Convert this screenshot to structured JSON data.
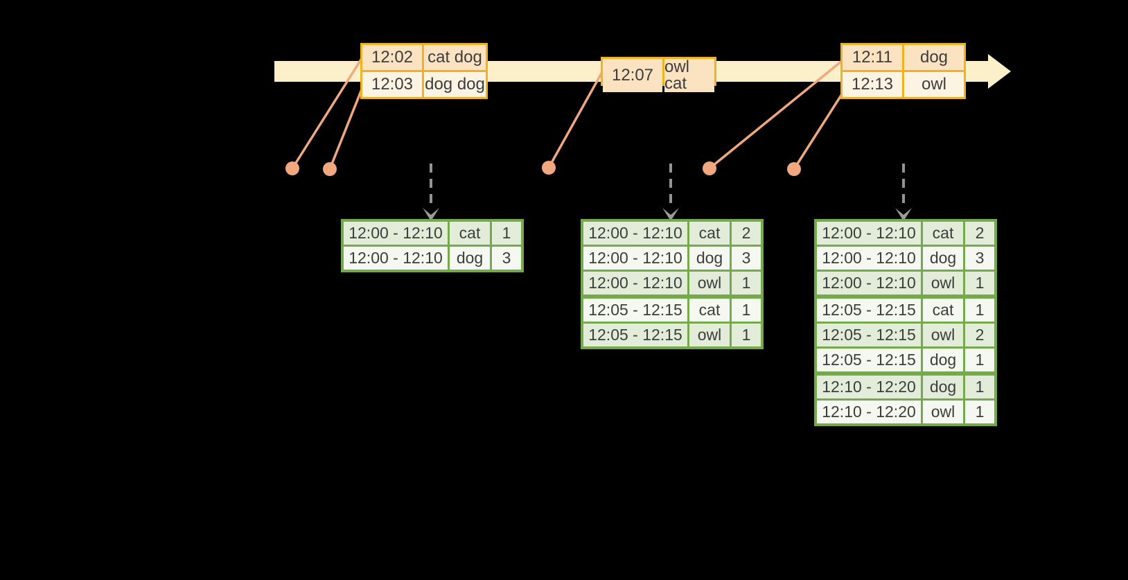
{
  "colors": {
    "background": "#000000",
    "timeline_fill": "#fbf0c9",
    "event_box_border": "#efb320",
    "event_row_peach": "#fbe2c0",
    "event_row_cream": "#fdf3e3",
    "connector_salmon": "#f2a87e",
    "table_border_green": "#74a94c",
    "table_row_green": "#e2ecd8",
    "table_row_white": "#f4f8f0",
    "dashed_arrow_gray": "#949494",
    "text": "#3d3d3d"
  },
  "icons": {
    "timeline_arrow": "right-arrow",
    "trigger_arrow": "dashed-down-arrow",
    "event_dot": "circle-marker"
  },
  "event_boxes": [
    {
      "rows": [
        {
          "time": "12:02",
          "words": "cat dog"
        },
        {
          "time": "12:03",
          "words": "dog dog"
        }
      ]
    },
    {
      "rows": [
        {
          "time": "12:07",
          "words": "owl cat"
        }
      ]
    },
    {
      "rows": [
        {
          "time": "12:11",
          "words": "dog"
        },
        {
          "time": "12:13",
          "words": "owl"
        }
      ]
    }
  ],
  "result_tables": [
    {
      "rows": [
        {
          "window": "12:00 - 12:10",
          "word": "cat",
          "count": "1"
        },
        {
          "window": "12:00 - 12:10",
          "word": "dog",
          "count": "3"
        }
      ]
    },
    {
      "rows": [
        {
          "window": "12:00 - 12:10",
          "word": "cat",
          "count": "2"
        },
        {
          "window": "12:00 - 12:10",
          "word": "dog",
          "count": "3"
        },
        {
          "window": "12:00 - 12:10",
          "word": "owl",
          "count": "1"
        },
        {
          "window": "12:05 - 12:15",
          "word": "cat",
          "count": "1"
        },
        {
          "window": "12:05 - 12:15",
          "word": "owl",
          "count": "1"
        }
      ]
    },
    {
      "rows": [
        {
          "window": "12:00 - 12:10",
          "word": "cat",
          "count": "2"
        },
        {
          "window": "12:00 - 12:10",
          "word": "dog",
          "count": "3"
        },
        {
          "window": "12:00 - 12:10",
          "word": "owl",
          "count": "1"
        },
        {
          "window": "12:05 - 12:15",
          "word": "cat",
          "count": "1"
        },
        {
          "window": "12:05 - 12:15",
          "word": "owl",
          "count": "2"
        },
        {
          "window": "12:05 - 12:15",
          "word": "dog",
          "count": "1"
        },
        {
          "window": "12:10 - 12:20",
          "word": "dog",
          "count": "1"
        },
        {
          "window": "12:10 - 12:20",
          "word": "owl",
          "count": "1"
        }
      ]
    }
  ]
}
